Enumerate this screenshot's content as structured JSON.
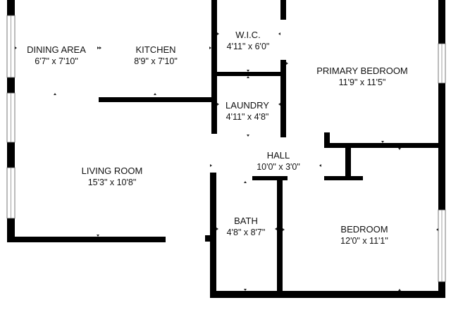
{
  "rooms": {
    "dining_area": {
      "name": "DINING AREA",
      "dims": "6'7\" x 7'10\""
    },
    "kitchen": {
      "name": "KITCHEN",
      "dims": "8'9\" x 7'10\""
    },
    "wic": {
      "name": "W.I.C.",
      "dims": "4'11\" x 6'0\""
    },
    "laundry": {
      "name": "LAUNDRY",
      "dims": "4'11\" x 4'8\""
    },
    "primary_bedroom": {
      "name": "PRIMARY BEDROOM",
      "dims": "11'9\" x 11'5\""
    },
    "hall": {
      "name": "HALL",
      "dims": "10'0\" x 3'0\""
    },
    "living_room": {
      "name": "LIVING ROOM",
      "dims": "15'3\" x 10'8\""
    },
    "bath": {
      "name": "BATH",
      "dims": "4'8\" x 8'7\""
    },
    "bedroom": {
      "name": "BEDROOM",
      "dims": "12'0\" x 11'1\""
    }
  },
  "colors": {
    "wall": "#000000",
    "background": "#ffffff",
    "window": "#777777"
  }
}
